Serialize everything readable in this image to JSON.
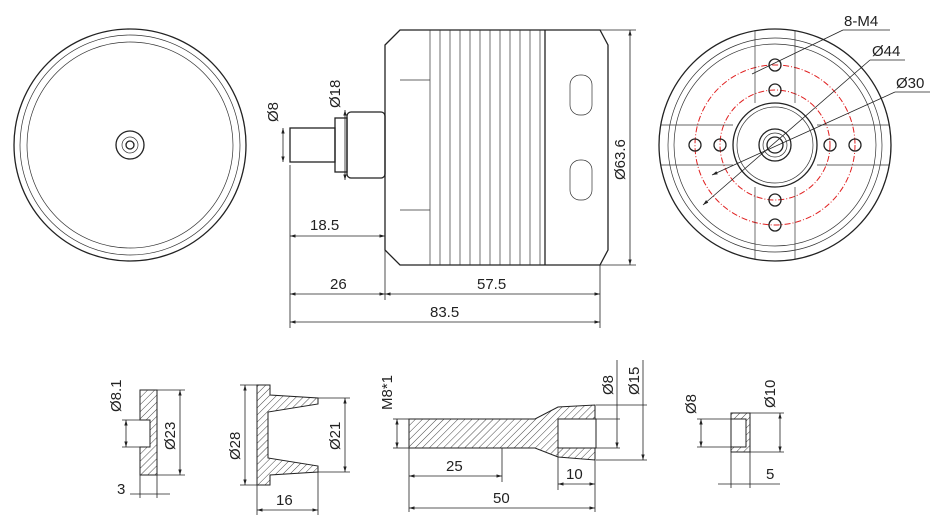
{
  "colors": {
    "line": "#222222",
    "centerline": "#e02020",
    "background": "#ffffff"
  },
  "side_view": {
    "shaft_dia": "Ø8",
    "flange_dia": "Ø18",
    "body_dia": "Ø63.6",
    "shaft_len": "18.5",
    "shaft_total": "26",
    "body_len": "57.5",
    "overall_len": "83.5"
  },
  "front_view": {
    "holes": "8-M4",
    "pcd_outer": "Ø44",
    "pcd_inner": "Ø30"
  },
  "parts": {
    "washer": {
      "inner": "Ø8.1",
      "outer": "Ø23",
      "thickness": "3"
    },
    "collet": {
      "outer": "Ø28",
      "inner": "Ø21",
      "length": "16"
    },
    "prop_shaft": {
      "thread": "M8*1",
      "bore": "Ø8",
      "outer": "Ø15",
      "thread_len": "25",
      "bore_len": "10",
      "length": "50"
    },
    "spacer": {
      "inner": "Ø8",
      "outer": "Ø10",
      "length": "5"
    }
  }
}
